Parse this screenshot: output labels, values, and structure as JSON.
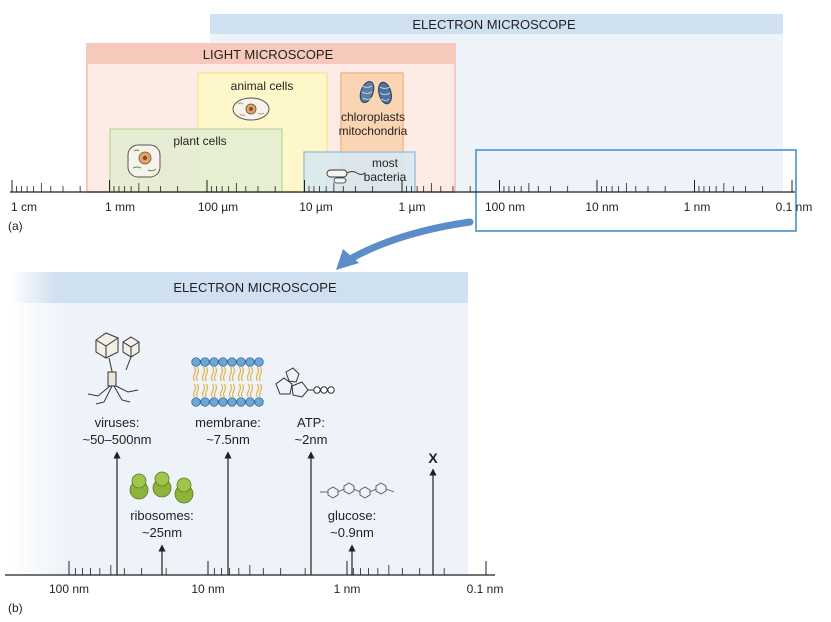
{
  "panel_a": {
    "label": "(a)",
    "electron_header": "ELECTRON MICROSCOPE",
    "light_header": "LIGHT MICROSCOPE",
    "scale_ticks": [
      "1 cm",
      "1 mm",
      "100 µm",
      "10 µm",
      "1 µm",
      "100 nm",
      "10 nm",
      "1 nm",
      "0.1 nm"
    ],
    "items": {
      "plant_cells": "plant cells",
      "animal_cells": "animal cells",
      "chloroplasts": "chloroplasts",
      "mitochondria": "mitochondria",
      "bacteria_line1": "most",
      "bacteria_line2": "bacteria"
    }
  },
  "panel_b": {
    "label": "(b)",
    "electron_header": "ELECTRON MICROSCOPE",
    "scale_ticks": [
      "100 nm",
      "10 nm",
      "1 nm",
      "0.1 nm"
    ],
    "items": {
      "viruses_name": "viruses:",
      "viruses_size": "~50–500nm",
      "membrane_name": "membrane:",
      "membrane_size": "~7.5nm",
      "atp_name": "ATP:",
      "atp_size": "~2nm",
      "ribosomes_name": "ribosomes:",
      "ribosomes_size": "~25nm",
      "glucose_name": "glucose:",
      "glucose_size": "~0.9nm",
      "unknown_marker": "X"
    }
  },
  "colors": {
    "electron_fill": "#eef3f9",
    "electron_header": "#cfe0f0",
    "light_fill": "#fdece6",
    "light_header": "#f6c9bc",
    "animal_fill": "#fdf7c9",
    "plant_fill": "#e3edd2",
    "chloro_fill": "#f9d5b3",
    "bacteria_fill": "#d9e8ef",
    "arrow_blue": "#5b8ec8",
    "ribosome_green": "#8db43a"
  }
}
